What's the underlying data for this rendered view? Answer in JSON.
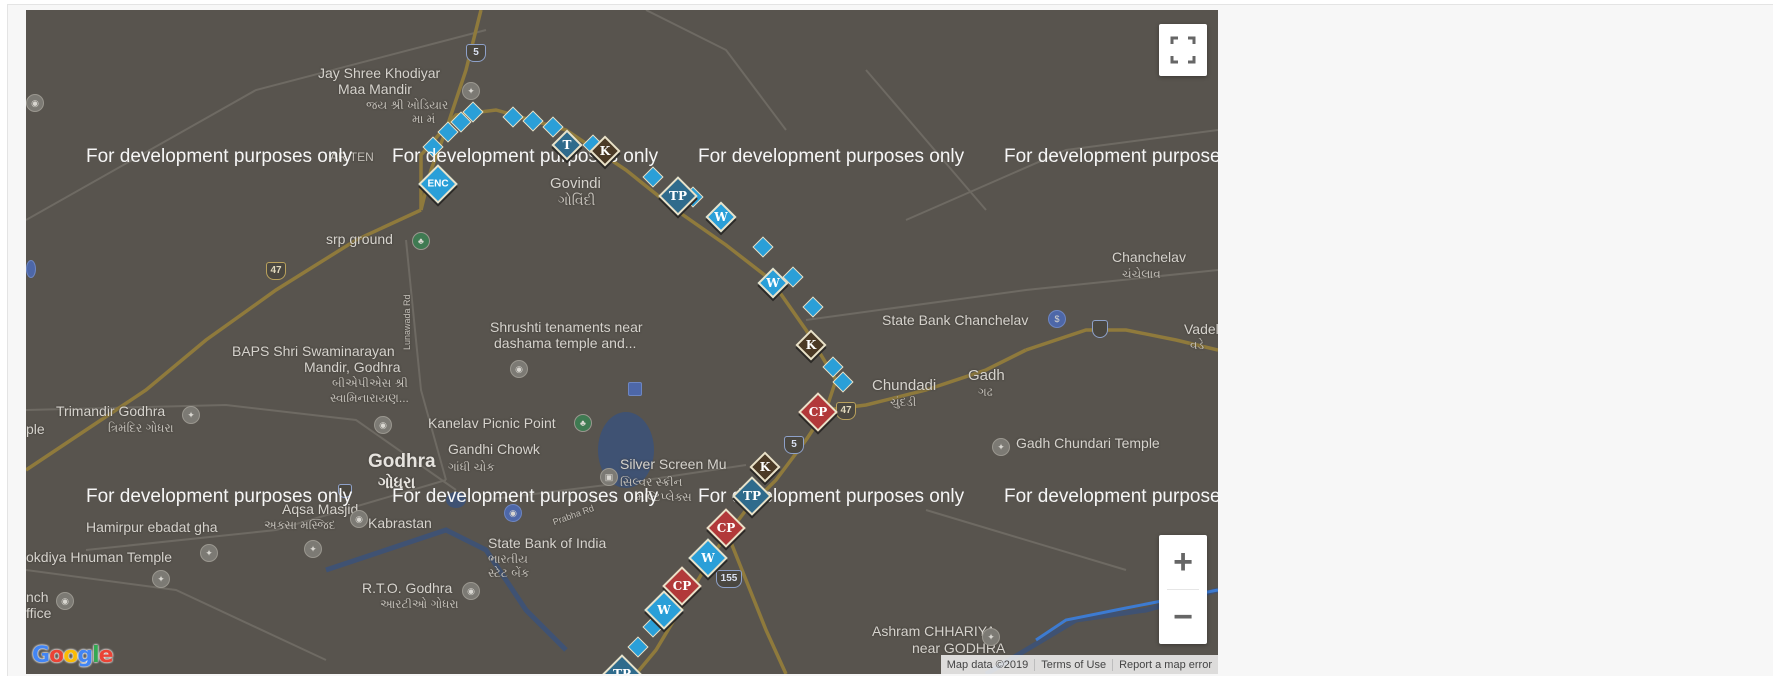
{
  "colors": {
    "map_background": "#58544e",
    "highway": "#8f7a3c",
    "water": "#3f5273",
    "marker_blue": "#2a9fd8",
    "marker_red": "#b2393a",
    "marker_brown": "#4b3a26",
    "marker_teal": "#2f6b8c"
  },
  "watermark": "For development purposes only",
  "places": {
    "jay_shree_khodiyar": "Jay Shree Khodiyar",
    "maa_mandir": "Maa Mandir",
    "maa_mandir_gu": "જય શ્રી ખોડિયાર",
    "maa_mandir_gu2": "મા મં",
    "ar_ten": "AR TEN",
    "govindi": "Govindi",
    "govindi_gu": "ગોવિંદી",
    "srp_ground": "srp ground",
    "chanchelav": "Chanchelav",
    "chanchelav_gu": "ચંચેલાવ",
    "state_bank_chanchelav": "State Bank Chanchelav",
    "vadela": "Vadela",
    "vadela_gu": "વડે",
    "shrushti": "Shrushti tenaments near",
    "shrushti2": "dashama temple and...",
    "baps1": "BAPS Shri Swaminarayan",
    "baps2": "Mandir, Godhra",
    "baps_gu1": "બીએપીએસ શ્રી",
    "baps_gu2": "સ્વામિનારાયણ...",
    "lunawada_rd": "Lunawada Rd",
    "gadh": "Gadh",
    "gadh_gu": "ગઢ",
    "chundadi": "Chundadi",
    "chundadi_gu": "ચુંદડી",
    "trimandir": "Trimandir Godhra",
    "trimandir_gu": "ત્રિમંદિર ગોધરા",
    "ple": "ple",
    "kanelav": "Kanelav Picnic Point",
    "gadh_chundari": "Gadh Chundari Temple",
    "godhra": "Godhra",
    "godhra_gu": "ગોધરા",
    "gandhi_chowk": "Gandhi Chowk",
    "gandhi_chowk_gu": "ગાંધી ચોક",
    "silver_screen": "Silver Screen Mu",
    "silver_screen_gu1": "સિલ્વર સ્ક્રીન",
    "silver_screen_gu2": "મલ્ટિપ્લેક્સ",
    "aqsa": "Aqsa Masjid",
    "aqsa_gu": "અક્સા મસ્જિદ",
    "kabrastan": "Kabrastan",
    "hamirpur": "Hamirpur ebadat gha",
    "prabha_rd": "Prabha Rd",
    "sbi": "State Bank of India",
    "sbi_gu1": "ભારતીય",
    "sbi_gu2": "સ્ટેટ બેંક",
    "hanuman": "okdiya Hnuman Temple",
    "rto": "R.T.O. Godhra",
    "rto_gu": "આરટીઓ ગોધરા",
    "nch": "nch",
    "fice": "ffice",
    "ashram1": "Ashram CHHARIYA",
    "ashram2": "near GODHRA"
  },
  "road_shields": {
    "r5_top": "5",
    "r47_left": "47",
    "r47_right": "47",
    "r5_mid": "5",
    "r155": "155"
  },
  "markers": {
    "enc": "ENC",
    "k1": "K",
    "t1": "T",
    "tp1": "TP",
    "w1": "W",
    "w2": "W",
    "k2": "K",
    "cp1": "CP",
    "k3": "K",
    "tp2": "TP",
    "cp2": "CP",
    "w3": "W",
    "cp3": "CP",
    "w4": "W",
    "tp3": "TP"
  },
  "controls": {
    "fullscreen_label": "⛶",
    "zoom_in_label": "+",
    "zoom_out_label": "−"
  },
  "attribution": {
    "map_data": "Map data ©2019",
    "terms": "Terms of Use",
    "report": "Report a map error"
  },
  "google_logo": "Google"
}
